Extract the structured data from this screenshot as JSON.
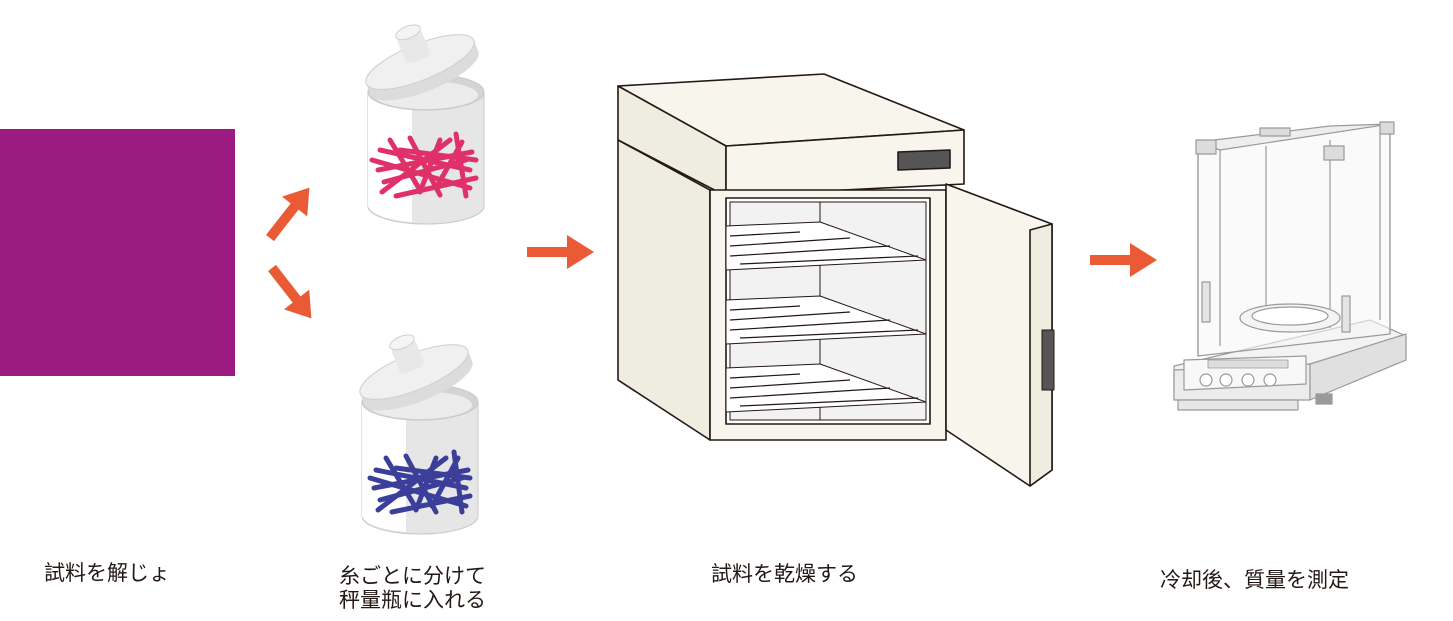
{
  "steps": [
    {
      "label": "試料を解じょ",
      "icon": "purple-fabric-swatch"
    },
    {
      "label_line1": "糸ごとに分けて",
      "label_line2": "秤量瓶に入れる",
      "icon": "weighing-bottles"
    },
    {
      "label": "試料を乾燥する",
      "icon": "drying-oven"
    },
    {
      "label": "冷却後、質量を測定",
      "icon": "analytical-balance"
    }
  ],
  "colors": {
    "fabric": "#9c1b83",
    "arrow": "#ea5a34",
    "fibers_top": "#e0306a",
    "fibers_bottom": "#3b3f9a",
    "oven_body": "#f7f5ec",
    "outline": "#231815"
  }
}
